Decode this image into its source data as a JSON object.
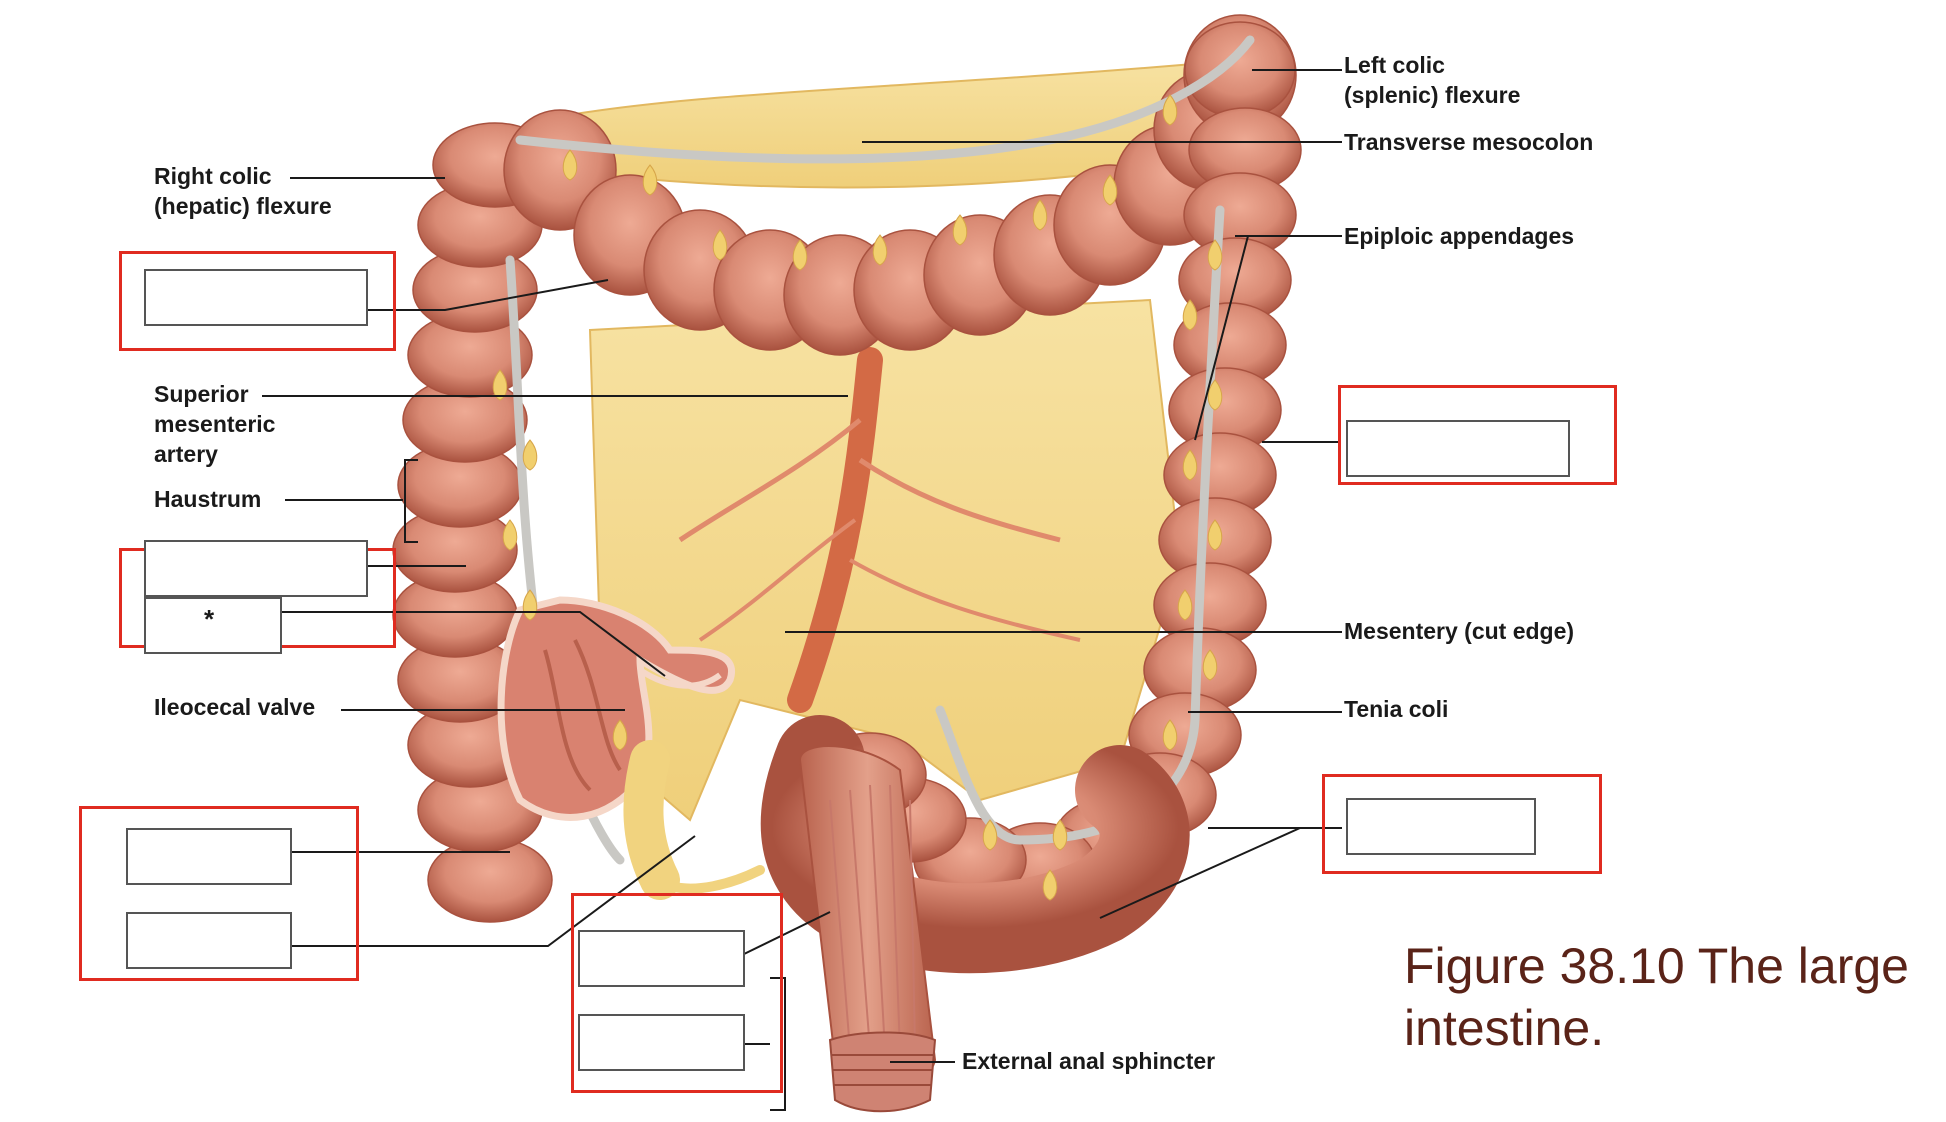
{
  "labels": {
    "left_colic_flexure": "Left colic\n(splenic) flexure",
    "transverse_mesocolon": "Transverse mesocolon",
    "right_colic_flexure": "Right colic\n(hepatic) flexure",
    "epiploic_appendages": "Epiploic appendages",
    "superior_mesenteric_artery": "Superior\nmesenteric\nartery",
    "haustrum": "Haustrum",
    "mesentery_cut_edge": "Mesentery (cut edge)",
    "ileocecal_valve": "Ileocecal valve",
    "tenia_coli": "Tenia coli",
    "external_anal_sphincter": "External anal sphincter"
  },
  "asterisk": "*",
  "caption": "Figure 38.10 The large intestine.",
  "colors": {
    "colon": "#d98a74",
    "colon_shadow": "#a9523f",
    "mesentery": "#f3d98a",
    "tenia": "#c9c8c4",
    "frame": "#e02b20",
    "caption": "#5a2318"
  }
}
